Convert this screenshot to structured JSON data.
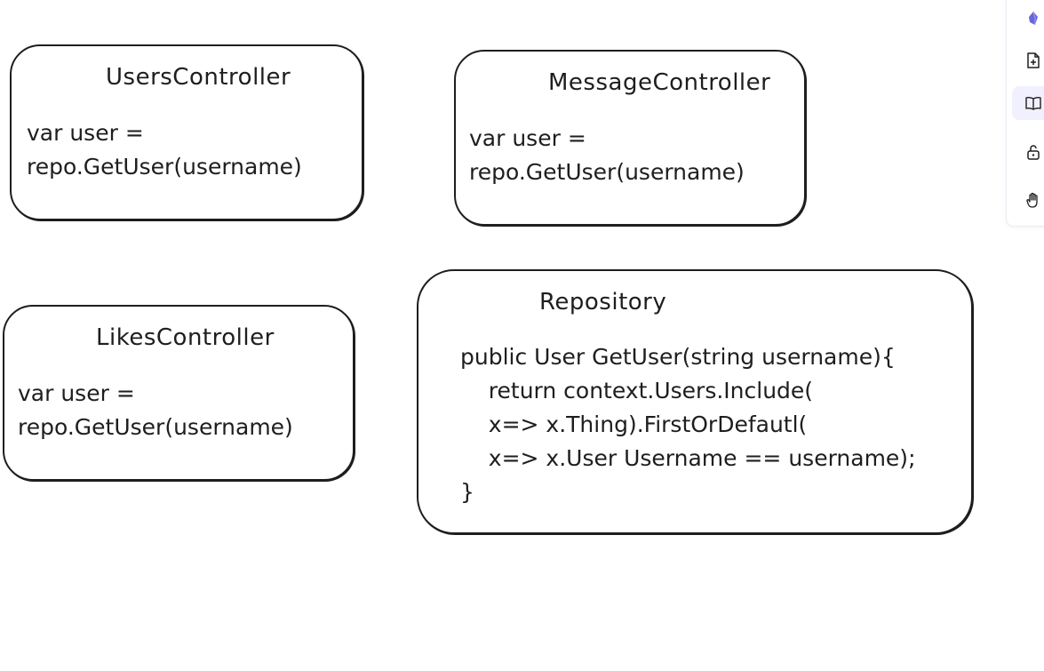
{
  "canvas": {
    "cards": {
      "users": {
        "title": "UsersController",
        "code": "var user =\nrepo.GetUser(username)"
      },
      "message": {
        "title": "MessageController",
        "code": "var user =\nrepo.GetUser(username)"
      },
      "likes": {
        "title": "LikesController",
        "code": "var user =\nrepo.GetUser(username)"
      },
      "repository": {
        "title": "Repository",
        "code": "public User GetUser(string username){\n    return context.Users.Include(\n    x=> x.Thing).FirstOrDefautl(\n    x=> x.User Username == username);\n}"
      }
    }
  },
  "toolbar": {
    "tools": [
      {
        "name": "library-gem-icon",
        "active": false
      },
      {
        "name": "add-file-icon",
        "active": false
      },
      {
        "name": "library-book-icon",
        "active": true
      },
      {
        "name": "unlock-icon",
        "active": false
      },
      {
        "name": "hand-icon",
        "active": false
      }
    ],
    "accent_color": "#6965db",
    "stroke_color": "#1e1e1e"
  }
}
